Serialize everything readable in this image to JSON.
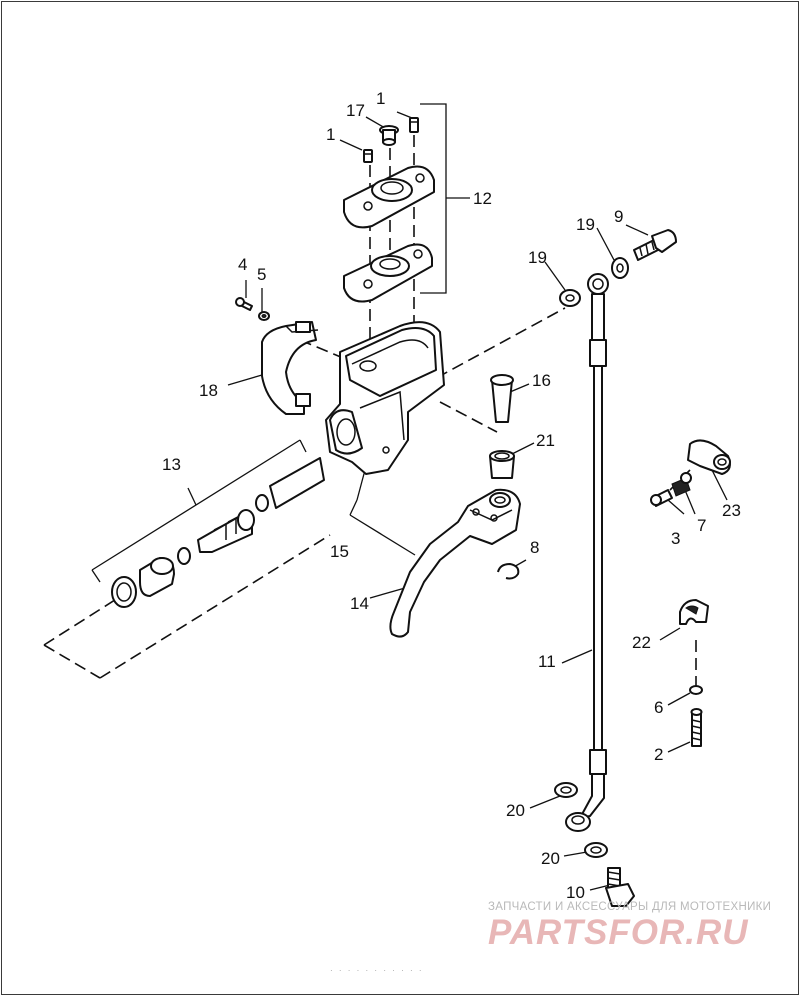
{
  "callouts": {
    "c1a": "1",
    "c1b": "1",
    "c2": "2",
    "c3": "3",
    "c4": "4",
    "c5": "5",
    "c6": "6",
    "c7": "7",
    "c8": "8",
    "c9": "9",
    "c10": "10",
    "c11": "11",
    "c12": "12",
    "c13": "13",
    "c14": "14",
    "c15": "15",
    "c16": "16",
    "c17": "17",
    "c18": "18",
    "c19a": "19",
    "c19b": "19",
    "c20a": "20",
    "c20b": "20",
    "c21": "21",
    "c22": "22",
    "c23": "23"
  },
  "watermark": {
    "subtitle": "ЗАПЧАСТИ И АКСЕССУАРЫ ДЛЯ МОТОТЕХНИКИ",
    "logo": "PARTSFOR.RU"
  }
}
